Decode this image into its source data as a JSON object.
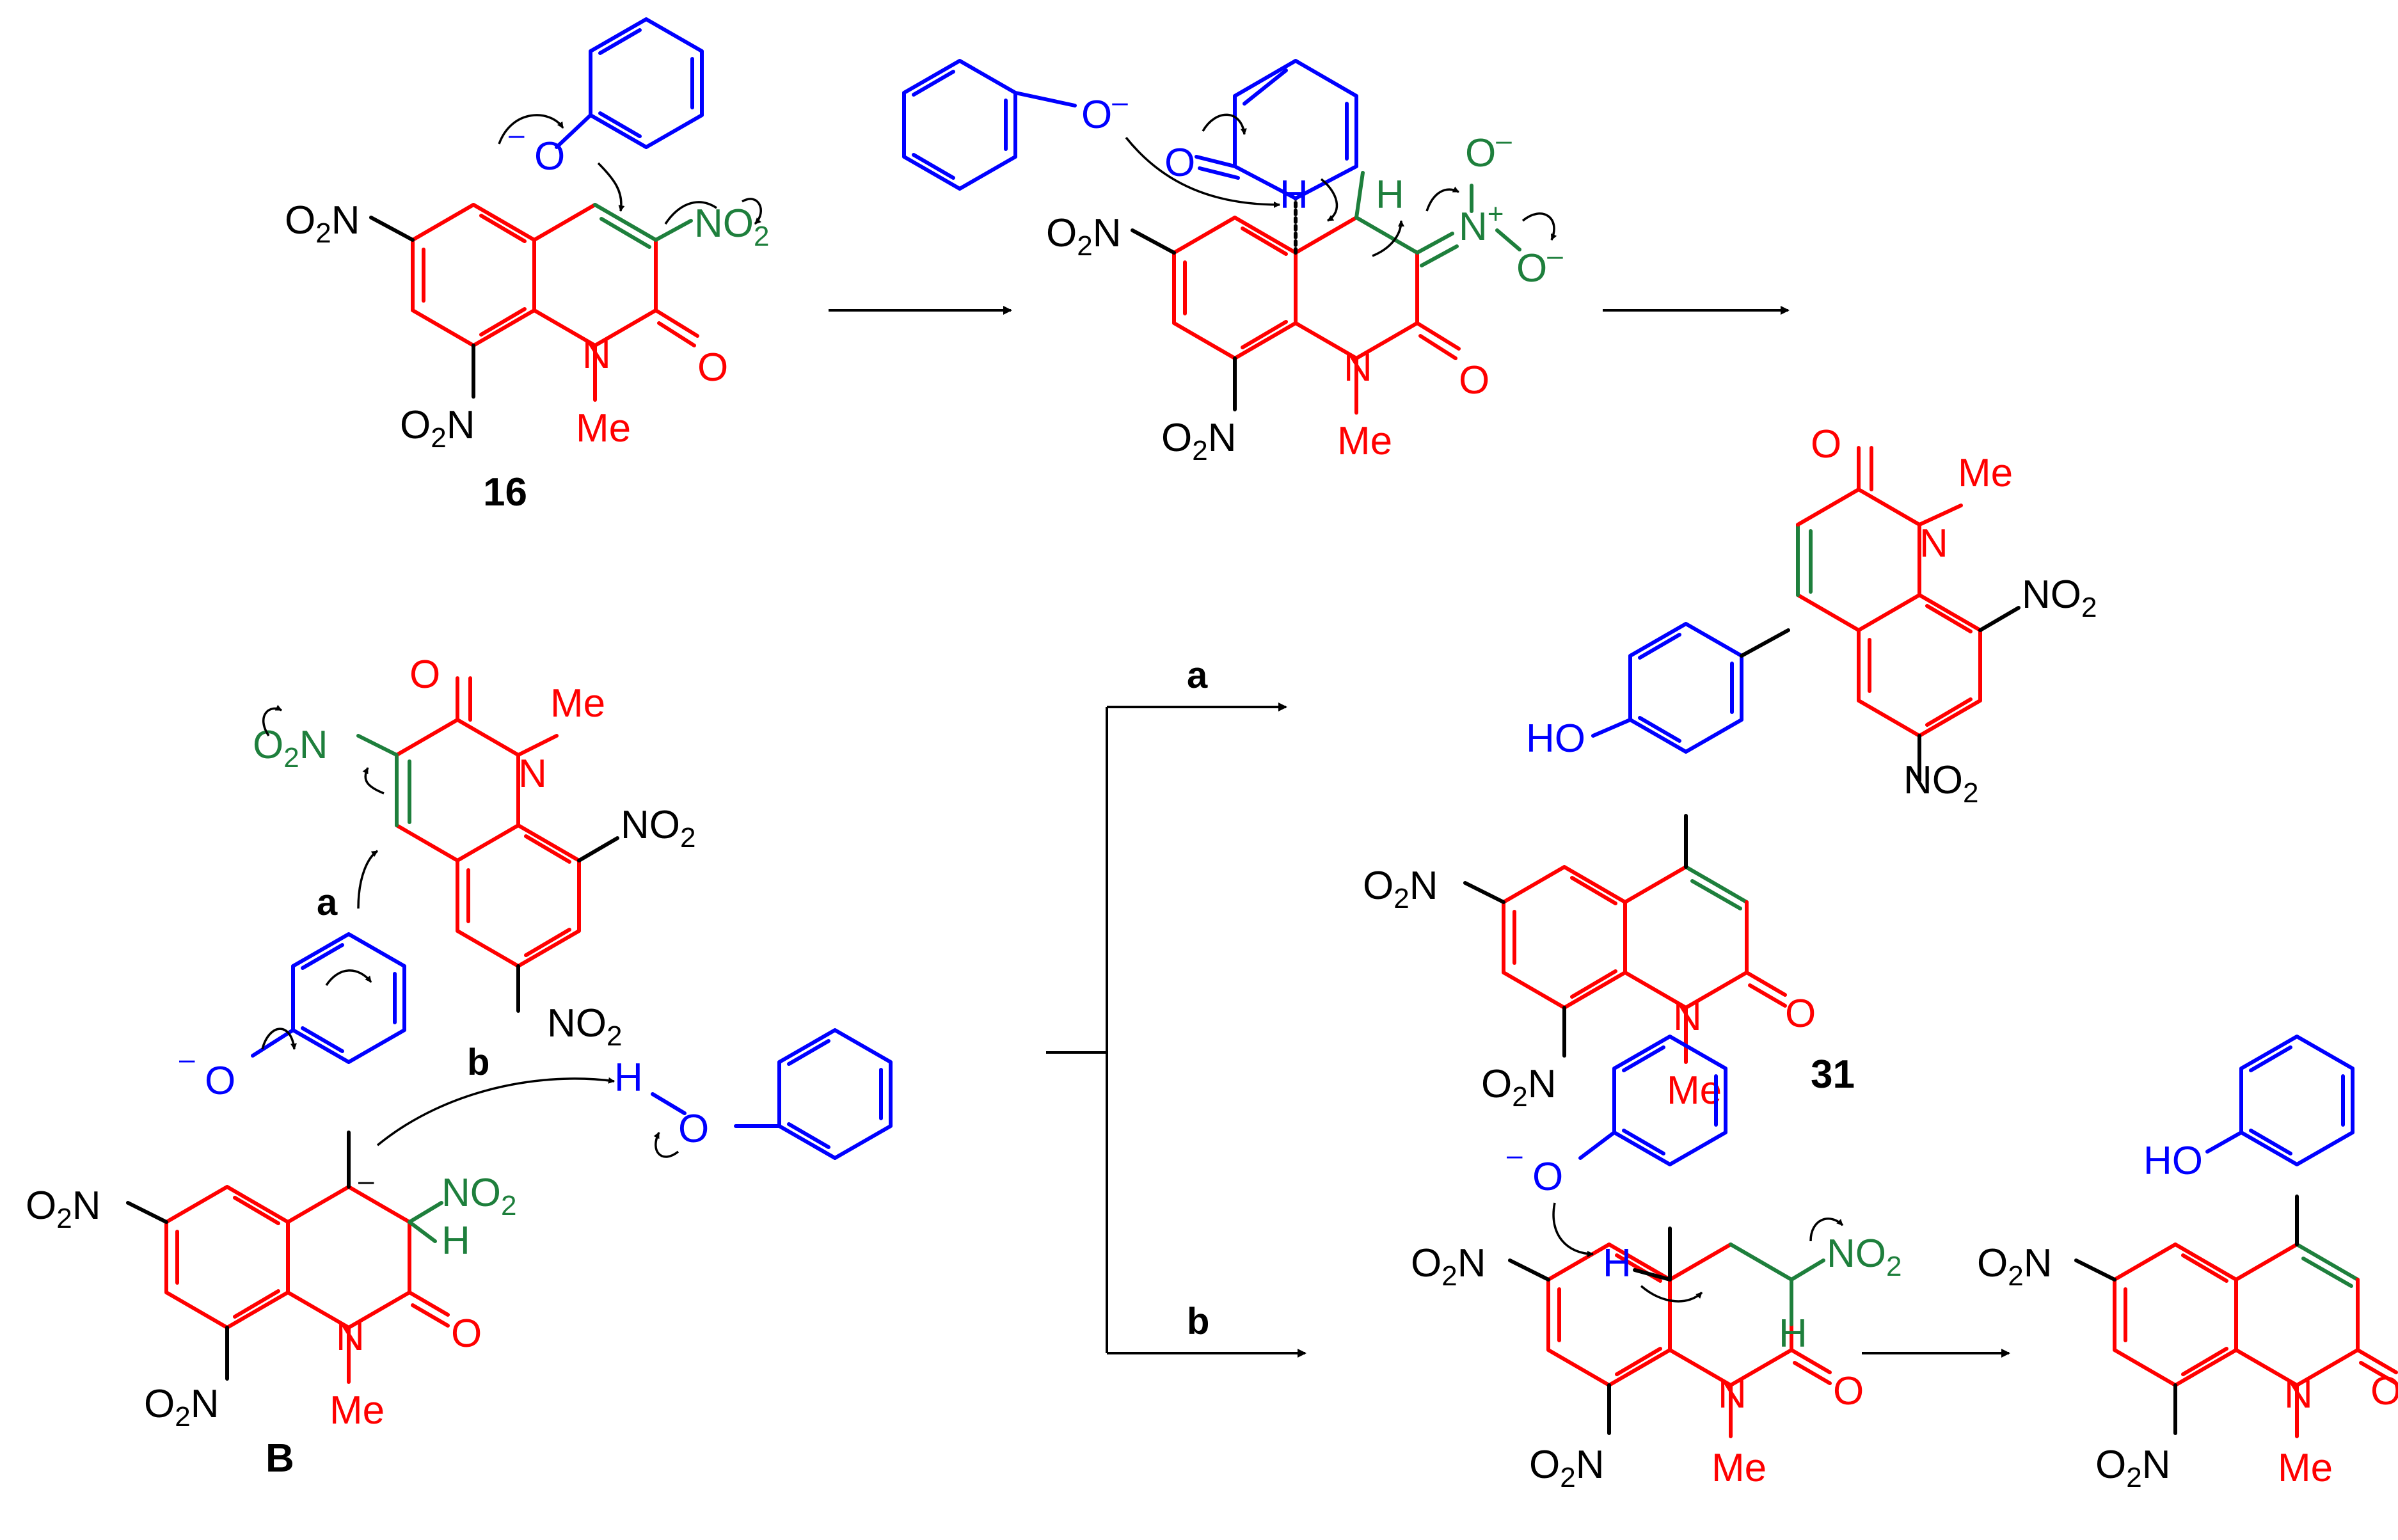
{
  "colors": {
    "core": "#ff0000",
    "phenol": "#0000ff",
    "nitro_alkene": "#1e7f3c",
    "plain": "#000000"
  },
  "labels": {
    "compound_16": "16",
    "compound_31": "31",
    "intermediate_B": "B",
    "path_a": "a",
    "path_b": "b",
    "nitro": "NO2",
    "nitro_left": "O2N",
    "carbonyl_O": "O",
    "ring_N": "N",
    "methyl": "Me",
    "phenoxide_O": "O",
    "hydroxy": "HO",
    "hydrogen": "H",
    "charge_minus": "–",
    "charge_plus": "+",
    "subscript_2": "2"
  }
}
